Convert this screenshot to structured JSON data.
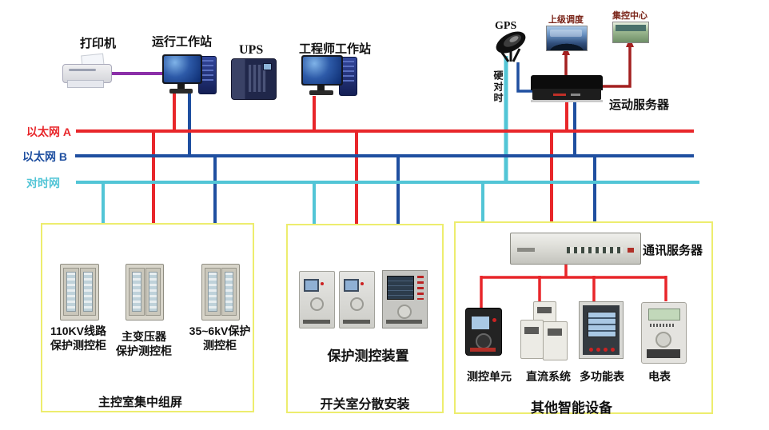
{
  "colors": {
    "bus_a": "#e8262a",
    "bus_b": "#1f4fa0",
    "time_sync": "#52c5d6",
    "printer_link": "#8b2fa8",
    "arrow": "#a32020",
    "box_border": "#eded6e"
  },
  "top_row": {
    "printer": {
      "label": "打印机"
    },
    "operator_ws": {
      "label": "运行工作站"
    },
    "ups": {
      "label": "UPS"
    },
    "engineer_ws": {
      "label": "工程师工作站"
    },
    "gps": {
      "label": "GPS",
      "sync_label": "硬对时"
    },
    "dispatch": {
      "label": "上级调度"
    },
    "control_center": {
      "label": "集控中心"
    },
    "motion_server": {
      "label": "运动服务器"
    }
  },
  "buses": {
    "ethernet_a": {
      "label": "以太网 A"
    },
    "ethernet_b": {
      "label": "以太网 B"
    },
    "time_sync": {
      "label": "对时网"
    }
  },
  "left_panel": {
    "cabinets": [
      {
        "line1": "110KV线路",
        "line2": "保护测控柜"
      },
      {
        "line1": "主变压器",
        "line2": "保护测控柜"
      },
      {
        "line1": "35~6kV保护",
        "line2": "测控柜"
      }
    ],
    "caption": "主控室集中组屏"
  },
  "middle_panel": {
    "device_label": "保护测控装置",
    "caption": "开关室分散安装"
  },
  "right_panel": {
    "server_label": "通讯服务器",
    "devices": [
      {
        "label": "测控单元"
      },
      {
        "label": "直流系统"
      },
      {
        "label": "多功能表"
      },
      {
        "label": "电表"
      }
    ],
    "caption": "其他智能设备"
  }
}
